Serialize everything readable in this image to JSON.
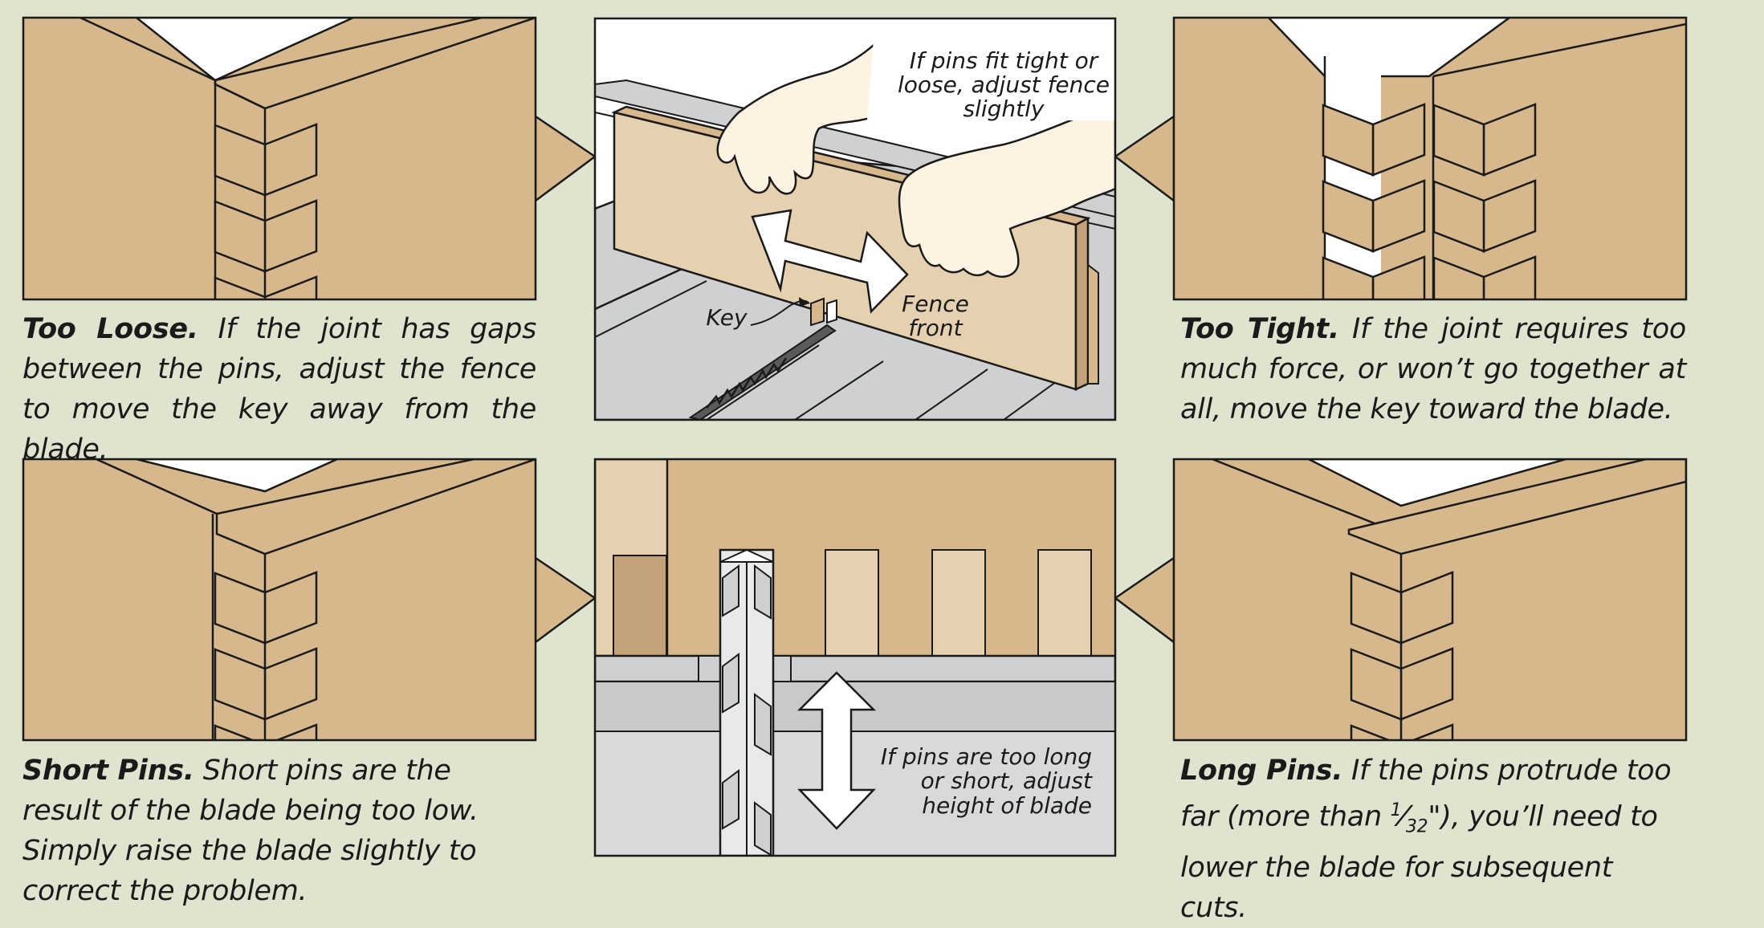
{
  "captions": {
    "too_loose": {
      "title": "Too Loose.",
      "text": "If the joint has gaps between the pins, adjust the fence to move the key away from the blade."
    },
    "too_tight": {
      "title": "Too Tight.",
      "text": "If the joint requires too much force, or won’t go together at all, move the key toward the blade."
    },
    "short_pins": {
      "title": "Short Pins.",
      "text": "Short pins are the result of the blade being too low. Simply raise the blade slightly to correct the problem."
    },
    "long_pins": {
      "title": "Long Pins.",
      "text_before": "If the pins protrude too far (more than ",
      "fraction_num": "1",
      "fraction_den": "32",
      "text_after": "\"), you’ll need to lower the blade for subsequent cuts."
    }
  },
  "fence_panel": {
    "note_line1": "If pins fit tight or",
    "note_line2": "loose, adjust fence",
    "note_line3": "slightly",
    "key_label": "Key",
    "fence_label_line1": "Fence",
    "fence_label_line2": "front"
  },
  "blade_panel": {
    "note_line1": "If pins are too long",
    "note_line2": "or short, adjust",
    "note_line3": "height of blade"
  },
  "colors": {
    "background": "#dfe4cf",
    "wood": "#d7b78c",
    "wood_light": "#e5d1b0",
    "wood_dark": "#c4a27a",
    "table_gray": "#cfd0d2",
    "outline": "#1a1a1a"
  }
}
